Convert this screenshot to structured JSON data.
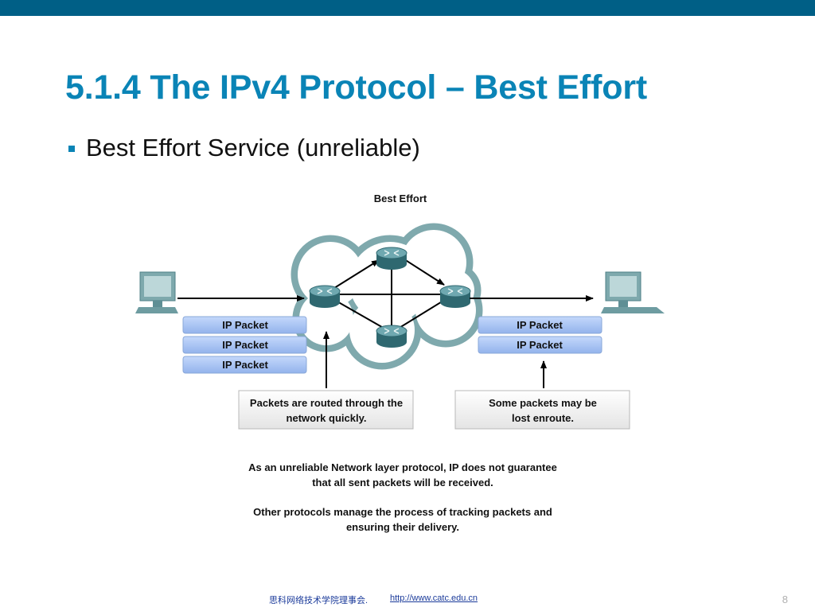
{
  "slide": {
    "title": "5.1.4 The IPv4 Protocol – Best Effort",
    "bullet": "Best Effort Service (unreliable)"
  },
  "diagram": {
    "title": "Best Effort",
    "left_packets": [
      "IP Packet",
      "IP Packet",
      "IP Packet"
    ],
    "right_packets": [
      "IP Packet",
      "IP Packet"
    ],
    "callout_left": [
      "Packets are routed through the",
      "network quickly."
    ],
    "callout_right": [
      "Some packets may be",
      "lost enroute."
    ],
    "note1": [
      "As an unreliable Network layer protocol, IP does not guarantee",
      "that all sent packets will be received."
    ],
    "note2": [
      "Other protocols manage the process of tracking packets and",
      "ensuring their delivery."
    ]
  },
  "footer": {
    "org": "思科网络技术学院理事会.",
    "url": "http://www.catc.edu.cn",
    "page": "8"
  },
  "colors": {
    "header_bar": "#005f86",
    "title": "#0a84b6",
    "packet": "#a6c3f2",
    "cloud_stroke": "#7fa9ad",
    "router": "#3f7e86"
  }
}
